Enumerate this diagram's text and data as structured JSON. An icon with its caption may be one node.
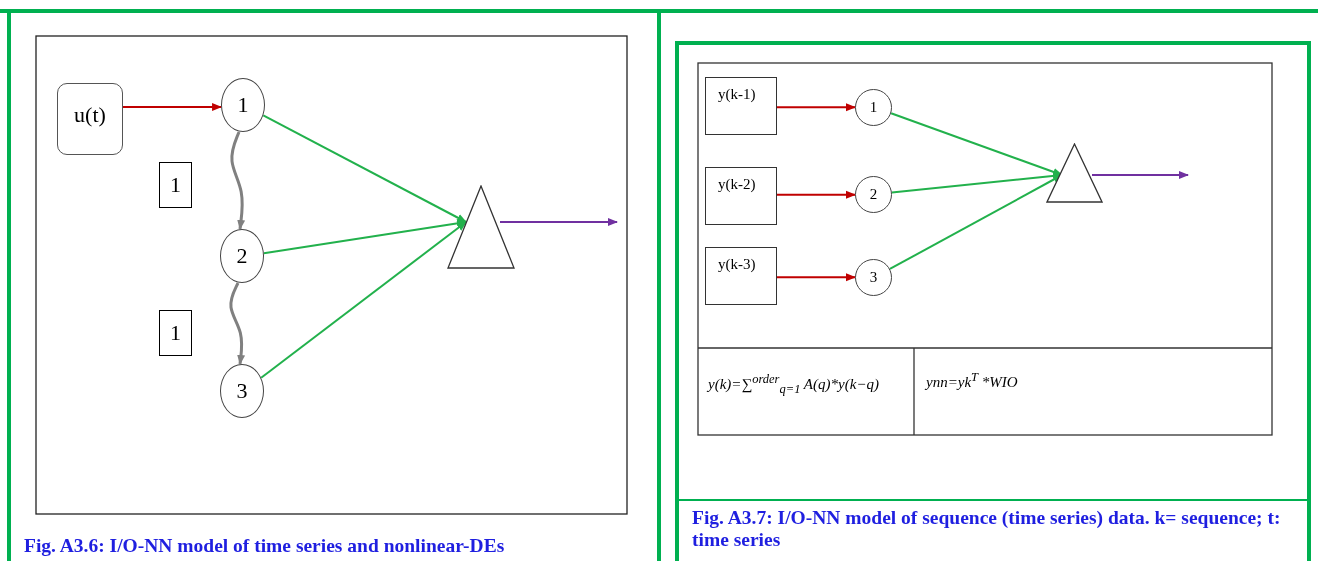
{
  "diagram": {
    "nodes": [
      {
        "text": [
          "u(t)"
        ]
      },
      {
        "text": [
          "1"
        ]
      },
      {
        "text": [
          "2"
        ]
      },
      {
        "text": [
          "3"
        ]
      },
      {
        "text": [],
        "shape": "triangle"
      },
      {
        "text": [
          "1"
        ]
      },
      {
        "text": [
          "1"
        ]
      },
      {
        "text": [
          "y(k-1)"
        ]
      },
      {
        "text": [
          "y(k-2)"
        ]
      },
      {
        "text": [
          "y(k-3)"
        ]
      },
      {
        "text": [
          "1"
        ]
      },
      {
        "text": [
          "2"
        ]
      },
      {
        "text": [
          "3"
        ]
      },
      {
        "text": [],
        "shape": "triangle"
      }
    ],
    "edges": [
      {
        "from": 0,
        "to": 1,
        "arrow": "to",
        "color": "#c00000"
      },
      {
        "from": 1,
        "to": 4,
        "arrow": "to",
        "color": "#22b14c"
      },
      {
        "from": 2,
        "to": 4,
        "arrow": "to",
        "color": "#22b14c"
      },
      {
        "from": 3,
        "to": 4,
        "arrow": "to",
        "color": "#22b14c"
      },
      {
        "from": 4,
        "to": null,
        "arrow": "to",
        "color": "#7030a0"
      },
      {
        "from": 1,
        "to": 2,
        "arrow": "to",
        "color": "#808080"
      },
      {
        "from": 2,
        "to": 3,
        "arrow": "to",
        "color": "#808080"
      },
      {
        "from": 7,
        "to": 10,
        "arrow": "to",
        "color": "#c00000"
      },
      {
        "from": 8,
        "to": 11,
        "arrow": "to",
        "color": "#c00000"
      },
      {
        "from": 9,
        "to": 12,
        "arrow": "to",
        "color": "#c00000"
      },
      {
        "from": 10,
        "to": 13,
        "arrow": "to",
        "color": "#22b14c"
      },
      {
        "from": 11,
        "to": 13,
        "arrow": "to",
        "color": "#22b14c"
      },
      {
        "from": 12,
        "to": 13,
        "arrow": "to",
        "color": "#22b14c"
      },
      {
        "from": 13,
        "to": null,
        "arrow": "to",
        "color": "#7030a0"
      }
    ],
    "labels": [
      "y(k)=∑$^{order}$$_{q=1}$ A(q)*y(k−q)",
      "ynn=yk$^{T}$ *WIO",
      "Fig. A3.6: I/O-NN model of time series and nonlinear-DEs",
      "Fig. A3.7: I/O-NN model of sequence (time series) data. k= sequence; t: time series"
    ]
  }
}
